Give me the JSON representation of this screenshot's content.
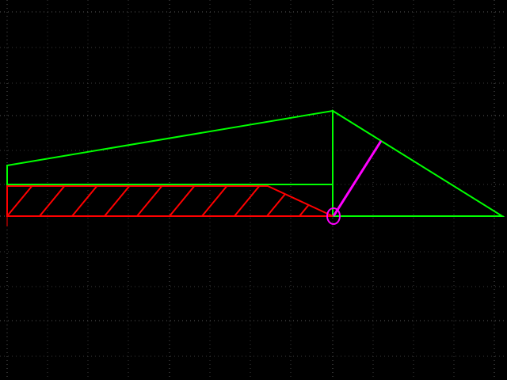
{
  "canvas": {
    "background": "#000000",
    "grid": true,
    "grid_style": "dotted",
    "grid_color": "#3a3a3a",
    "major_grid_color": "#5a5a5a"
  },
  "colors": {
    "outline": "#00ff00",
    "hatch_region": "#ff0000",
    "segment": "#ff00ff",
    "marker": "#ff00ff",
    "axis": "#ff0000"
  },
  "elements": [
    {
      "name": "wedge-outline",
      "kind": "polygon",
      "color": "outline",
      "fill": false
    },
    {
      "name": "triangle-outline",
      "kind": "polygon",
      "color": "outline",
      "fill": false
    },
    {
      "name": "hatched-region",
      "kind": "hatched-polygon",
      "color": "hatch_region",
      "hatch": "diagonal"
    },
    {
      "name": "magenta-segment",
      "kind": "line",
      "color": "segment"
    },
    {
      "name": "pivot-marker",
      "kind": "ellipse",
      "color": "marker"
    }
  ]
}
